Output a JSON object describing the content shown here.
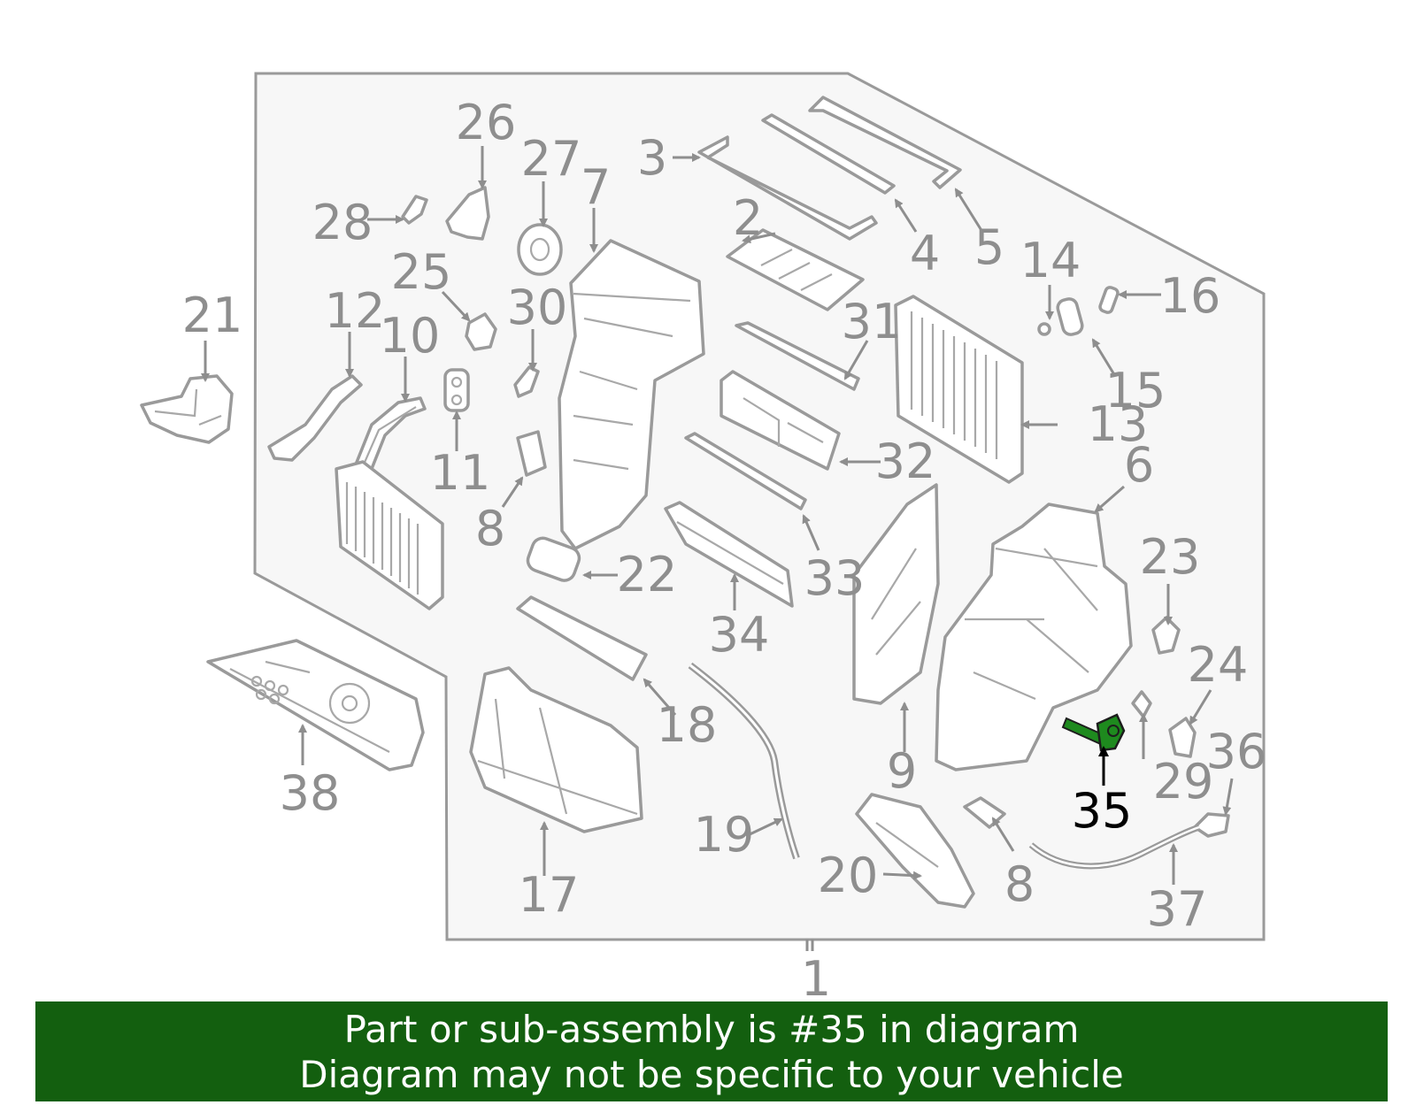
{
  "callouts": [
    "1",
    "2",
    "3",
    "4",
    "5",
    "6",
    "7",
    "8",
    "9",
    "10",
    "11",
    "12",
    "13",
    "14",
    "15",
    "16",
    "17",
    "18",
    "19",
    "20",
    "21",
    "22",
    "23",
    "24",
    "25",
    "26",
    "27",
    "28",
    "29",
    "30",
    "31",
    "32",
    "33",
    "34",
    "35",
    "36",
    "37",
    "38"
  ],
  "highlight": {
    "part_number": "35",
    "color": "#1e8a1e"
  },
  "banner": {
    "line1": "Part or sub-assembly is #35 in diagram",
    "line2": "Diagram may not be specific to your vehicle",
    "background": "#135f0f"
  }
}
